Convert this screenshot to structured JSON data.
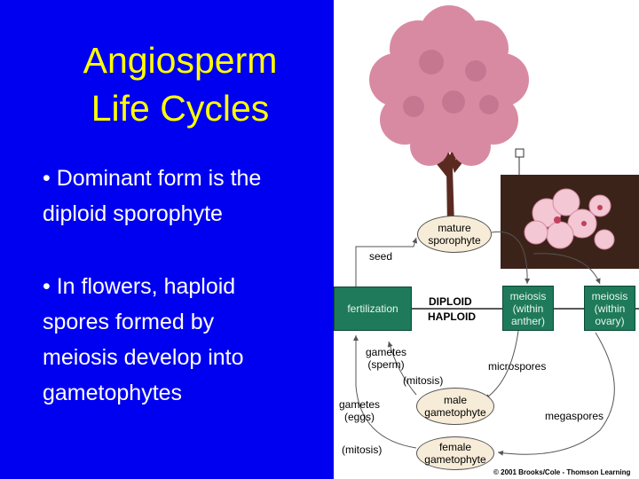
{
  "slide": {
    "title_line1": "Angiosperm",
    "title_line2": "Life Cycles",
    "bullet1_line1": "• Dominant form is the",
    "bullet1_line2": "diploid sporophyte",
    "bullet2_line1": "• In flowers, haploid",
    "bullet2_line2": "spores formed by",
    "bullet2_line3": "meiosis develop into",
    "bullet2_line4": "gametophytes"
  },
  "diagram": {
    "mature_line1": "mature",
    "mature_line2": "sporophyte",
    "seed": "seed",
    "fertilization": "fertilization",
    "diploid": "DIPLOID",
    "haploid": "HAPLOID",
    "meiosis_anther_line1": "meiosis",
    "meiosis_anther_line2": "(within",
    "meiosis_anther_line3": "anther)",
    "meiosis_ovary_line1": "meiosis",
    "meiosis_ovary_line2": "(within",
    "meiosis_ovary_line3": "ovary)",
    "gametes_sperm_line1": "gametes",
    "gametes_sperm_line2": "(sperm)",
    "mitosis1": "(mitosis)",
    "microspores": "microspores",
    "male_line1": "male",
    "male_line2": "gametophyte",
    "gametes_eggs_line1": "gametes",
    "gametes_eggs_line2": "(eggs)",
    "megaspores": "megaspores",
    "mitosis2": "(mitosis)",
    "female_line1": "female",
    "female_line2": "gametophyte",
    "copyright": "© 2001 Brooks/Cole - Thomson Learning"
  },
  "colors": {
    "left_bg": "#0000f0",
    "title": "#ffff00",
    "bullet_text": "#ffffff",
    "green_box": "#1e7a5a",
    "oval_fill": "#f7ecd8",
    "blossom": "#d98aa3",
    "trunk": "#5a2a20"
  }
}
